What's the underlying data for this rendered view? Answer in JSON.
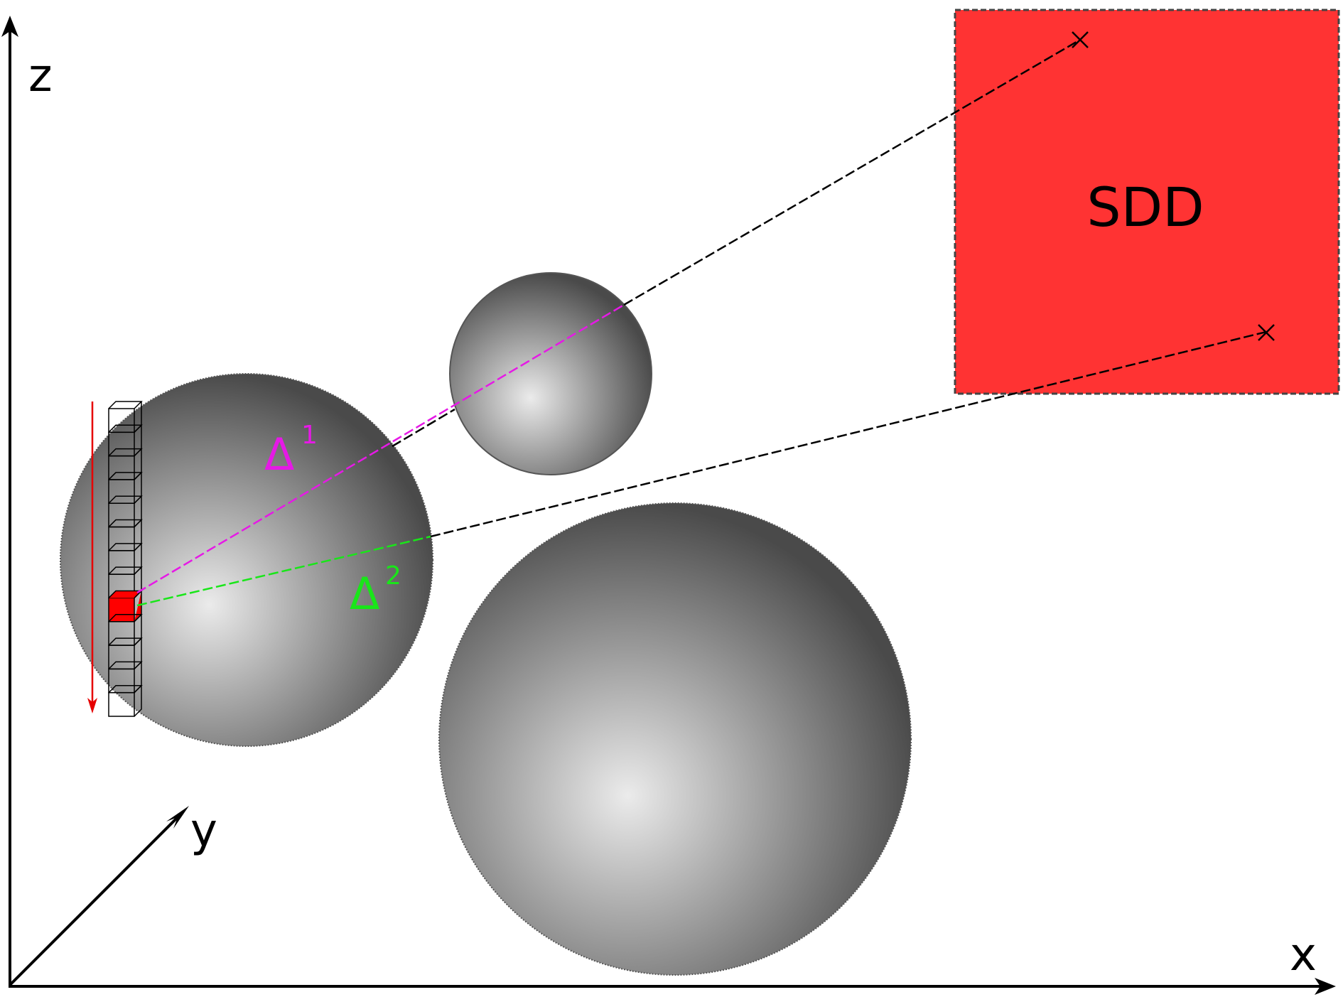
{
  "axes": {
    "x_label": "x",
    "y_label": "y",
    "z_label": "z"
  },
  "detector": {
    "label": "SDD",
    "color": "#ff3333"
  },
  "paths": [
    {
      "symbol": "Δ",
      "index": "1",
      "color": "#e619e6"
    },
    {
      "symbol": "Δ",
      "index": "2",
      "color": "#19e619"
    }
  ],
  "colors": {
    "active_voxel": "#ff0000",
    "scan_arrow": "#e60000",
    "sphere_light": "#ebebeb",
    "sphere_dark": "#4a4a4a",
    "ray": "#000000"
  },
  "voxel_column": {
    "voxel_count": 13,
    "active_index": 8
  },
  "spheres": [
    {
      "name": "sphere-left"
    },
    {
      "name": "sphere-top"
    },
    {
      "name": "sphere-bottom"
    }
  ]
}
